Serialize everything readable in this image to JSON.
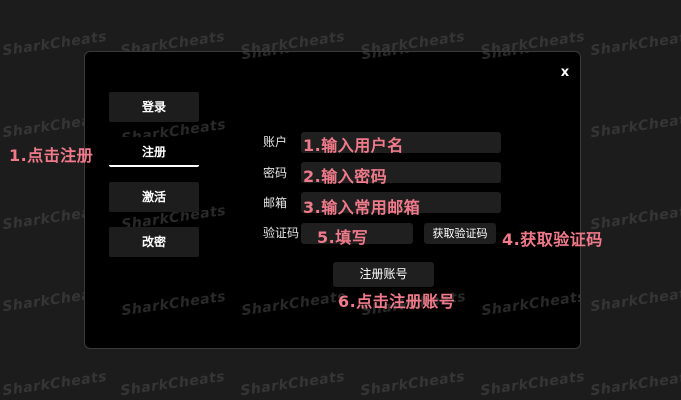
{
  "watermark": "SharkCheats",
  "dialog": {
    "close_label": "x",
    "nav": {
      "login": "登录",
      "register": "注册",
      "activate": "激活",
      "change_password": "改密"
    },
    "form": {
      "account_label": "账户",
      "password_label": "密码",
      "email_label": "邮箱",
      "code_label": "验证码",
      "account_value": "",
      "password_value": "",
      "email_value": "",
      "code_value": "",
      "get_code_button": "获取验证码",
      "register_button": "注册账号"
    }
  },
  "annotations": {
    "step1": "1.点击注册",
    "account": "1.输入用户名",
    "password": "2.输入密码",
    "email": "3.输入常用邮箱",
    "code": "5.填写",
    "get_code": "4.获取验证码",
    "submit": "6.点击注册账号"
  },
  "colors": {
    "background": "#1c1c1c",
    "dialog": "#000000",
    "annotation": "#f07a8a",
    "input": "#1f1f1f"
  }
}
